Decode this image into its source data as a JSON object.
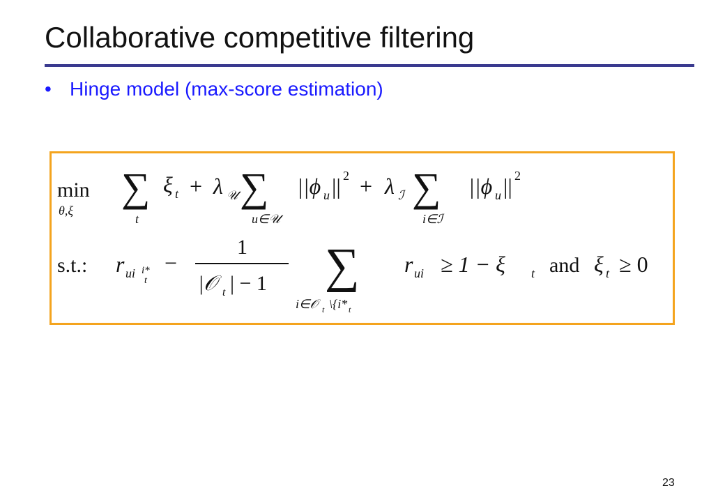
{
  "slide": {
    "title": "Collaborative competitive filtering",
    "bullet_marker": "•",
    "bullet": "Hinge model (max-score estimation)",
    "page_number": "23"
  },
  "equation": {
    "min": "min",
    "min_sub": "θ,ξ",
    "sum": "∑",
    "sub_t": "t",
    "xi": "ξ",
    "plus": "+",
    "lambda": "λ",
    "lambda_U_sub": "𝒰",
    "sub_u_in_U": "u∈𝒰",
    "norm_phi_u": "||ϕ",
    "norm_close": "||",
    "sup2": "2",
    "lambda_I_sub": "ℐ",
    "sub_i_in_I": "i∈ℐ",
    "u": "u",
    "st": "s.t.:",
    "r": "r",
    "r_sub_ui": "ui",
    "istar": "i*",
    "minus": "−",
    "frac_num": "1",
    "frac_den": "|𝒪",
    "frac_den_rest": "| − 1",
    "sub_i_in_O": "i∈𝒪",
    "sub_set": "\\{i*",
    "ge": "≥ 1 − ξ",
    "and": "and",
    "ge0": "≥ 0"
  }
}
